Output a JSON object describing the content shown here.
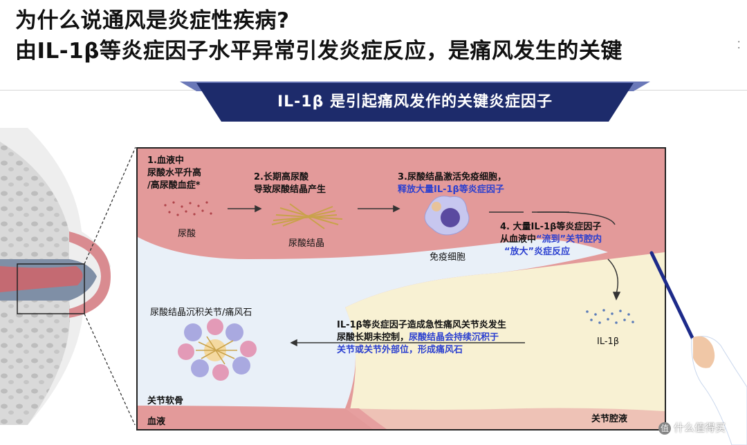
{
  "header": {
    "title_line1": "为什么说通风是炎症性疾病?",
    "title_line2": "由IL-1β等炎症因子水平异常引发炎症反应，是痛风发生的关键"
  },
  "banner": {
    "text": "IL-1β 是引起痛风发作的关键炎症因子",
    "color": "#1d2b6b"
  },
  "diagram": {
    "step1": [
      "1.血液中",
      "尿酸水平升高",
      "/高尿酸血症*"
    ],
    "uric_acid_label": "尿酸",
    "step2": [
      "2.长期高尿酸",
      "导致尿酸结晶产生"
    ],
    "crystal_label": "尿酸结晶",
    "step3_line1": "3.尿酸结晶激活免疫细胞，",
    "step3_line2": "释放大量IL-1β等炎症因子",
    "immune_cell_label": "免疫细胞",
    "step4_line1": "4. 大量IL-1β等炎症因子",
    "step4_line2a": "从血液中",
    "step4_line2b": "“流到”关节腔内",
    "step4_line3a": "“放大”",
    "step4_line3b": "炎症反应",
    "il1b_label": "IL-1β",
    "deposit_label": "尿酸结晶沉积关节/痛风石",
    "step5_line1": "IL-1β等炎症因子造成急性痛风关节炎发生",
    "step5_line2a": "尿酸长期未控制，",
    "step5_line2b": "尿酸结晶会持续沉积于",
    "step5_line3": "关节或关节外部位，形成痛风石",
    "cartilage_label": "关节软骨",
    "blood_label": "血液",
    "joint_fluid_label": "关节腔液"
  },
  "colors": {
    "blood": "#e39a9a",
    "cartilage": "#e9f0f8",
    "fluid": "#f8f1d3",
    "blue_text": "#2a3fd0"
  },
  "watermark": {
    "icon": "值",
    "text": "什么值得买"
  }
}
